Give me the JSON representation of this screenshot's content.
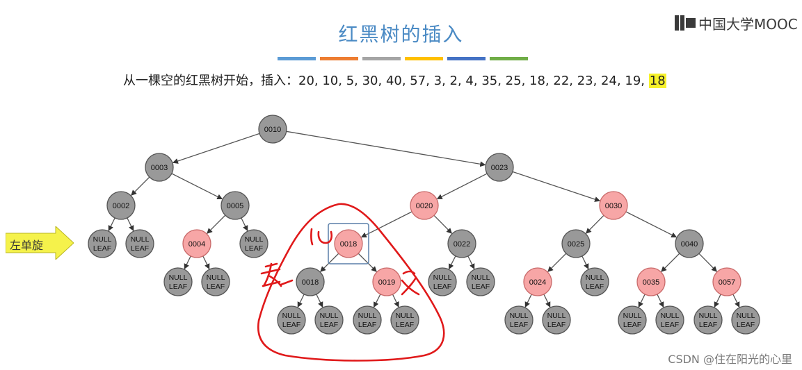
{
  "logo": {
    "text": "中国大学MOOC"
  },
  "title": "红黑树的插入",
  "color_bar": [
    "#5b9bd5",
    "#ed7d31",
    "#a5a5a5",
    "#ffc000",
    "#4472c4",
    "#70ad47"
  ],
  "subtitle": {
    "prefix": "从一棵空的红黑树开始，插入：",
    "sequence": "20, 10, 5, 30, 40, 57, 3, 2, 4, 35, 25, 18, 22, 23, 24, 19,",
    "highlight": "18"
  },
  "colors": {
    "black_node": "#999999",
    "red_node": "#f7a6a6",
    "edge": "#555555",
    "annotation": "#e0191a",
    "arrow": "#f5f24b",
    "highlight": "#f6f12a"
  },
  "operation_label": "左单旋",
  "null_label": [
    "NULL",
    "LEAF"
  ],
  "nodes": [
    {
      "id": "n10",
      "label": "0010",
      "color": "black"
    },
    {
      "id": "n3",
      "label": "0003",
      "color": "black"
    },
    {
      "id": "n23",
      "label": "0023",
      "color": "black"
    },
    {
      "id": "n2",
      "label": "0002",
      "color": "black"
    },
    {
      "id": "n5",
      "label": "0005",
      "color": "black"
    },
    {
      "id": "n20",
      "label": "0020",
      "color": "red"
    },
    {
      "id": "n30",
      "label": "0030",
      "color": "red"
    },
    {
      "id": "n4",
      "label": "0004",
      "color": "red"
    },
    {
      "id": "n18a",
      "label": "0018",
      "color": "red"
    },
    {
      "id": "n22",
      "label": "0022",
      "color": "black"
    },
    {
      "id": "n25",
      "label": "0025",
      "color": "black"
    },
    {
      "id": "n40",
      "label": "0040",
      "color": "black"
    },
    {
      "id": "n18b",
      "label": "0018",
      "color": "black"
    },
    {
      "id": "n19",
      "label": "0019",
      "color": "red"
    },
    {
      "id": "n24",
      "label": "0024",
      "color": "red"
    },
    {
      "id": "n35",
      "label": "0035",
      "color": "red"
    },
    {
      "id": "n57",
      "label": "0057",
      "color": "red"
    }
  ],
  "watermark": "CSDN @住在阳光的心里"
}
